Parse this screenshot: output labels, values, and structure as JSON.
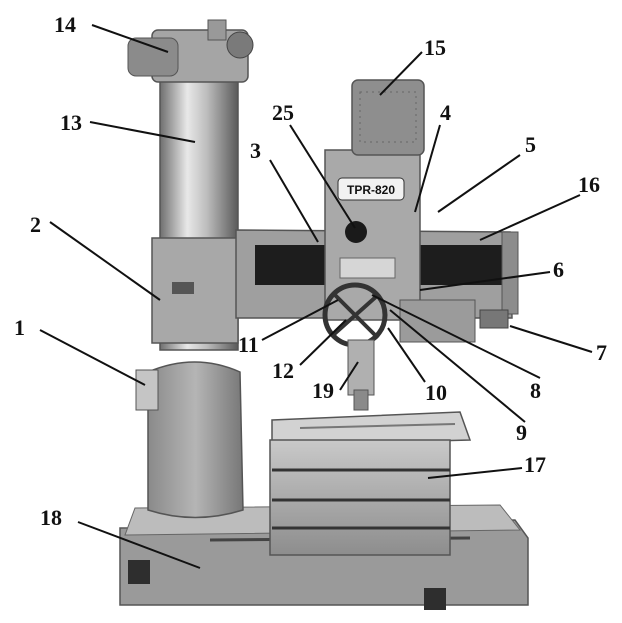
{
  "figure": {
    "plate_text": "TPR-820",
    "callouts": [
      {
        "id": "1",
        "label": "1"
      },
      {
        "id": "2",
        "label": "2"
      },
      {
        "id": "3",
        "label": "3"
      },
      {
        "id": "4",
        "label": "4"
      },
      {
        "id": "5",
        "label": "5"
      },
      {
        "id": "6",
        "label": "6"
      },
      {
        "id": "7",
        "label": "7"
      },
      {
        "id": "8",
        "label": "8"
      },
      {
        "id": "9",
        "label": "9"
      },
      {
        "id": "10",
        "label": "10"
      },
      {
        "id": "11",
        "label": "11"
      },
      {
        "id": "12",
        "label": "12"
      },
      {
        "id": "13",
        "label": "13"
      },
      {
        "id": "14",
        "label": "14"
      },
      {
        "id": "15",
        "label": "15"
      },
      {
        "id": "16",
        "label": "16"
      },
      {
        "id": "17",
        "label": "17"
      },
      {
        "id": "18",
        "label": "18"
      },
      {
        "id": "19",
        "label": "19"
      },
      {
        "id": "25",
        "label": "25"
      }
    ]
  }
}
